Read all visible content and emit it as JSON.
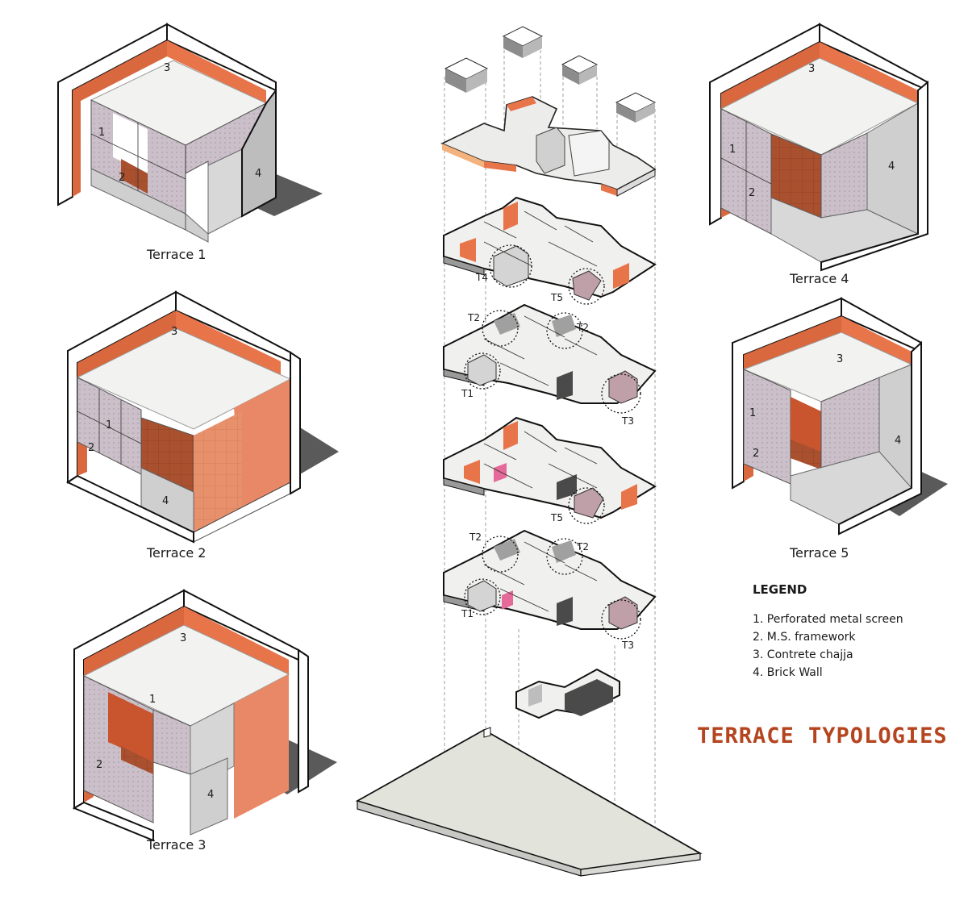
{
  "terraces": [
    {
      "caption": "Terrace 1",
      "labels": [
        "1",
        "2",
        "3",
        "4"
      ]
    },
    {
      "caption": "Terrace 2",
      "labels": [
        "1",
        "2",
        "3",
        "4"
      ]
    },
    {
      "caption": "Terrace 3",
      "labels": [
        "1",
        "2",
        "3",
        "4"
      ]
    },
    {
      "caption": "Terrace 4",
      "labels": [
        "1",
        "2",
        "3",
        "4"
      ]
    },
    {
      "caption": "Terrace 5",
      "labels": [
        "1",
        "2",
        "3",
        "4"
      ]
    }
  ],
  "center_tags": {
    "floor4": [
      "T4",
      "T5"
    ],
    "floor3": [
      "T2",
      "T2",
      "T1",
      "T3"
    ],
    "floor2": [
      "T5"
    ],
    "floor1": [
      "T2",
      "T2",
      "T1",
      "T3"
    ]
  },
  "legend": {
    "title": "LEGEND",
    "items": [
      "1. Perforated metal screen",
      "2. M.S. framework",
      "3. Contrete chajja",
      "4. Brick Wall"
    ]
  },
  "title": "TERRACE TYPOLOGIES",
  "colors": {
    "accent": "#b5451f",
    "brick": "#e8744a",
    "brick_dark": "#c9552f",
    "floor": "#a84e2e",
    "screen": "#c8bcc6",
    "wall": "#cfcfcf",
    "slab": "#e4e4e0"
  }
}
